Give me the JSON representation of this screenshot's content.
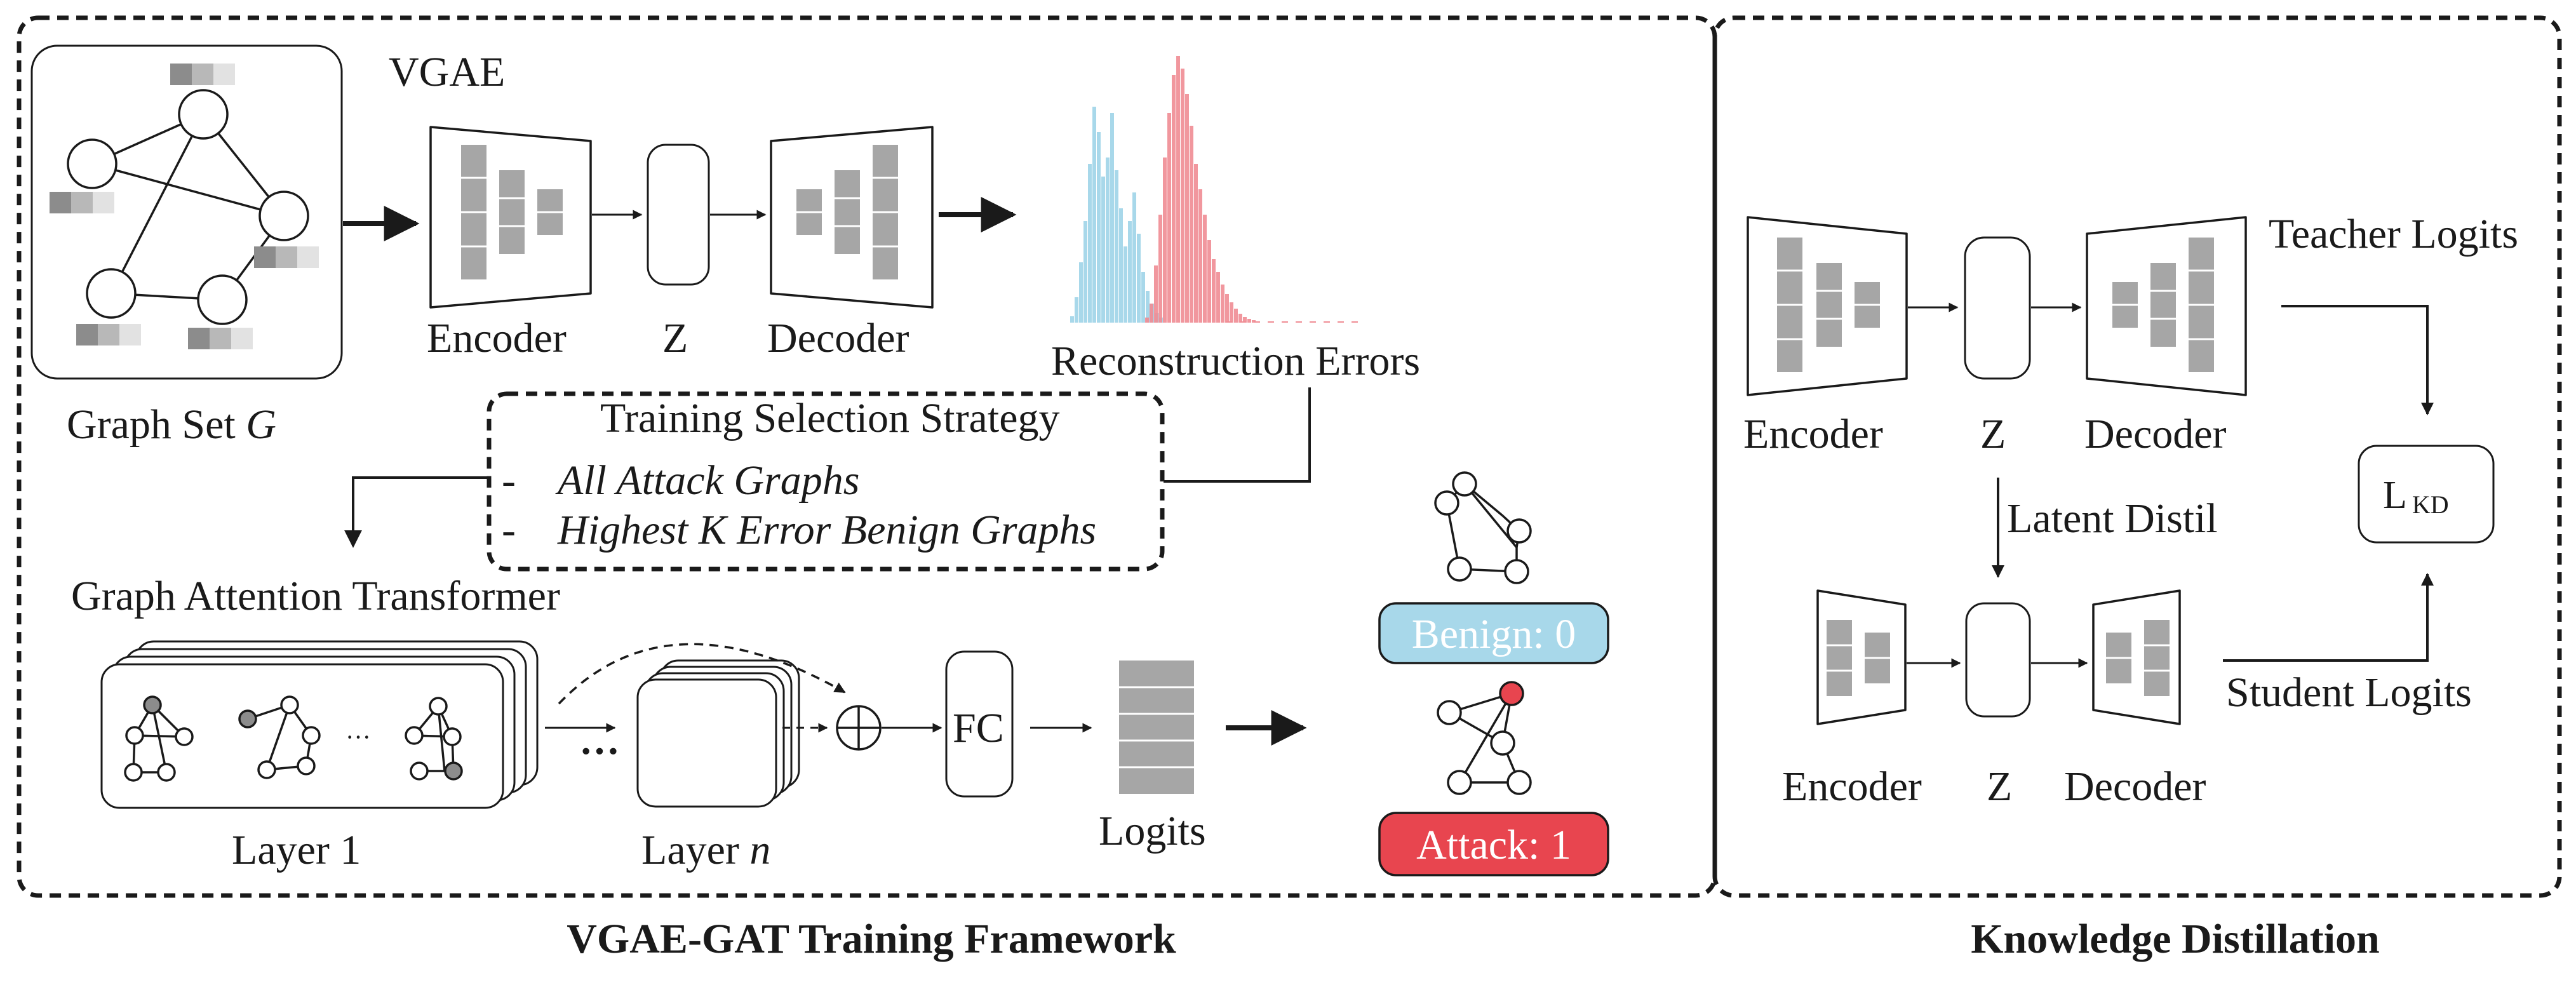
{
  "vgae_title": "VGAE",
  "graph_set": {
    "prefix": "Graph Set ",
    "symbol": "G"
  },
  "vgae": {
    "encoder": "Encoder",
    "latent": "Z",
    "decoder": "Decoder"
  },
  "reconstruction_errors": "Reconstruction Errors",
  "training_selection": {
    "title": "Training Selection Strategy",
    "items": [
      "All Attack Graphs",
      "Highest K Error Benign Graphs"
    ]
  },
  "gat": {
    "title": "Graph Attention Transformer",
    "layer1": "Layer 1",
    "layern_prefix": "Layer ",
    "layern_symbol": "n",
    "ellipsis": "···",
    "fc": "FC",
    "logits": "Logits",
    "oplus": "⊕"
  },
  "outputs": {
    "benign": {
      "label": "Benign: 0",
      "color": "#a8d8ea"
    },
    "attack": {
      "label": "Attack: 1",
      "color": "#e8454f"
    }
  },
  "kd": {
    "teacher_encoder": "Encoder",
    "teacher_z": "Z",
    "teacher_decoder": "Decoder",
    "teacher_logits": "Teacher Logits",
    "latent_distil": "Latent Distil",
    "student_encoder": "Encoder",
    "student_z": "Z",
    "student_decoder": "Decoder",
    "student_logits": "Student Logits",
    "lkd_main": "L",
    "lkd_sub": "KD"
  },
  "footer": {
    "left": "VGAE-GAT Training Framework",
    "right": "Knowledge Distillation"
  },
  "colors": {
    "benign_hist": "#a8d8ea",
    "attack_hist": "#f08c94"
  }
}
